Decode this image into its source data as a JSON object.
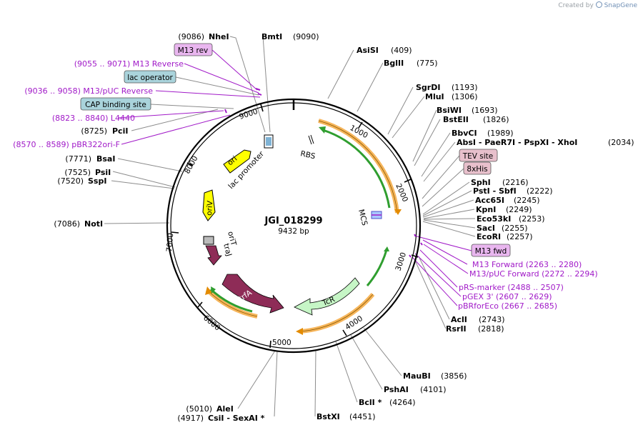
{
  "credit": {
    "prefix": "Created by",
    "brand": "SnapGene"
  },
  "plasmid": {
    "name": "JGI_018299",
    "size_label": "9432 bp",
    "total_bp": 9432
  },
  "scale_ticks": [
    "1000",
    "2000",
    "3000",
    "4000",
    "5000",
    "6000",
    "7000",
    "8000",
    "9000"
  ],
  "sites": [
    {
      "pos": "(9086)",
      "name": "NheI",
      "left": true
    },
    {
      "pos": "(9090)",
      "name": "BmtI",
      "left": false
    },
    {
      "pos": "(409)",
      "name": "AsiSI",
      "left": false
    },
    {
      "pos": "(775)",
      "name": "BglII",
      "left": false
    },
    {
      "pos": "(1193)",
      "name": "SgrDI",
      "left": false
    },
    {
      "pos": "(1306)",
      "name": "MluI",
      "left": false
    },
    {
      "pos": "(1693)",
      "name": "BsiWI",
      "left": false
    },
    {
      "pos": "(1826)",
      "name": "BstEII",
      "left": false
    },
    {
      "pos": "(1989)",
      "name": "BbvCI",
      "left": false
    },
    {
      "pos": "(2034)",
      "name": "AbsI  - PaeR7I  - PspXI  - XhoI",
      "left": false
    },
    {
      "pos": "(2216)",
      "name": "SphI",
      "left": false
    },
    {
      "pos": "(2222)",
      "name": "PstI  - SbfI",
      "left": false
    },
    {
      "pos": "(2245)",
      "name": "Acc65I",
      "left": false
    },
    {
      "pos": "(2249)",
      "name": "KpnI",
      "left": false
    },
    {
      "pos": "(2253)",
      "name": "Eco53kI",
      "left": false
    },
    {
      "pos": "(2255)",
      "name": "SacI",
      "left": false
    },
    {
      "pos": "(2257)",
      "name": "EcoRI",
      "left": false
    },
    {
      "pos": "(2743)",
      "name": "AclI",
      "left": false
    },
    {
      "pos": "(2818)",
      "name": "RsrII",
      "left": false
    },
    {
      "pos": "(3856)",
      "name": "MauBI",
      "left": false
    },
    {
      "pos": "(4101)",
      "name": "PshAI",
      "left": false
    },
    {
      "pos": "(4264)",
      "name": "BclI *",
      "left": false
    },
    {
      "pos": "(4451)",
      "name": "BstXI",
      "left": false
    },
    {
      "pos": "(5010)",
      "name": "AleI",
      "left": true
    },
    {
      "pos": "(4917)",
      "name": "CsiI  - SexAI *",
      "left": true
    },
    {
      "pos": "(7086)",
      "name": "NotI",
      "left": true
    },
    {
      "pos": "(7525)",
      "name": "PsiI",
      "left": true
    },
    {
      "pos": "(7520)",
      "name": "SspI",
      "left": true
    },
    {
      "pos": "(7771)",
      "name": "BsaI",
      "left": true
    },
    {
      "pos": "(8725)",
      "name": "PciI",
      "left": true
    }
  ],
  "primers": [
    {
      "text": "(9055 .. 9071)  M13 Reverse"
    },
    {
      "text": "(9036 .. 9058)  M13/pUC Reverse"
    },
    {
      "text": "(8823 .. 8840)  L4440"
    },
    {
      "text": "(8570 .. 8589)  pBR322ori-F"
    },
    {
      "text": "M13 Forward    (2263 .. 2280)"
    },
    {
      "text": "M13/pUC Forward    (2272 .. 2294)"
    },
    {
      "text": "pRS-marker    (2488 .. 2507)"
    },
    {
      "text": "pGEX 3'    (2607 .. 2629)"
    },
    {
      "text": "pBRforEco    (2667 .. 2685)"
    }
  ],
  "boxed_labels": [
    {
      "text": "M13 rev",
      "kind": "primer"
    },
    {
      "text": "lac operator",
      "kind": "feature"
    },
    {
      "text": "CAP binding site",
      "kind": "feature"
    },
    {
      "text": "TEV site",
      "kind": "pink"
    },
    {
      "text": "8xHis",
      "kind": "pink"
    },
    {
      "text": "M13 fwd",
      "kind": "primer"
    }
  ],
  "features": [
    {
      "name": "RBS"
    },
    {
      "name": "MCS"
    },
    {
      "name": "lac promoter"
    },
    {
      "name": "ori"
    },
    {
      "name": "oriV"
    },
    {
      "name": "oriT"
    },
    {
      "name": "traJ"
    },
    {
      "name": "trfA"
    },
    {
      "name": "TcR"
    }
  ],
  "colors": {
    "backbone": "#000000",
    "orange": "#f6b55b",
    "green": "#2f9e2f",
    "yellow": "#ffff00",
    "maroon": "#8e2c57",
    "mint": "#c6f6c6",
    "primer": "#a11ac8",
    "feature_box": "#a9d3db",
    "pink_box": "#e8c0cc",
    "primer_box": "#e9b6ef"
  }
}
